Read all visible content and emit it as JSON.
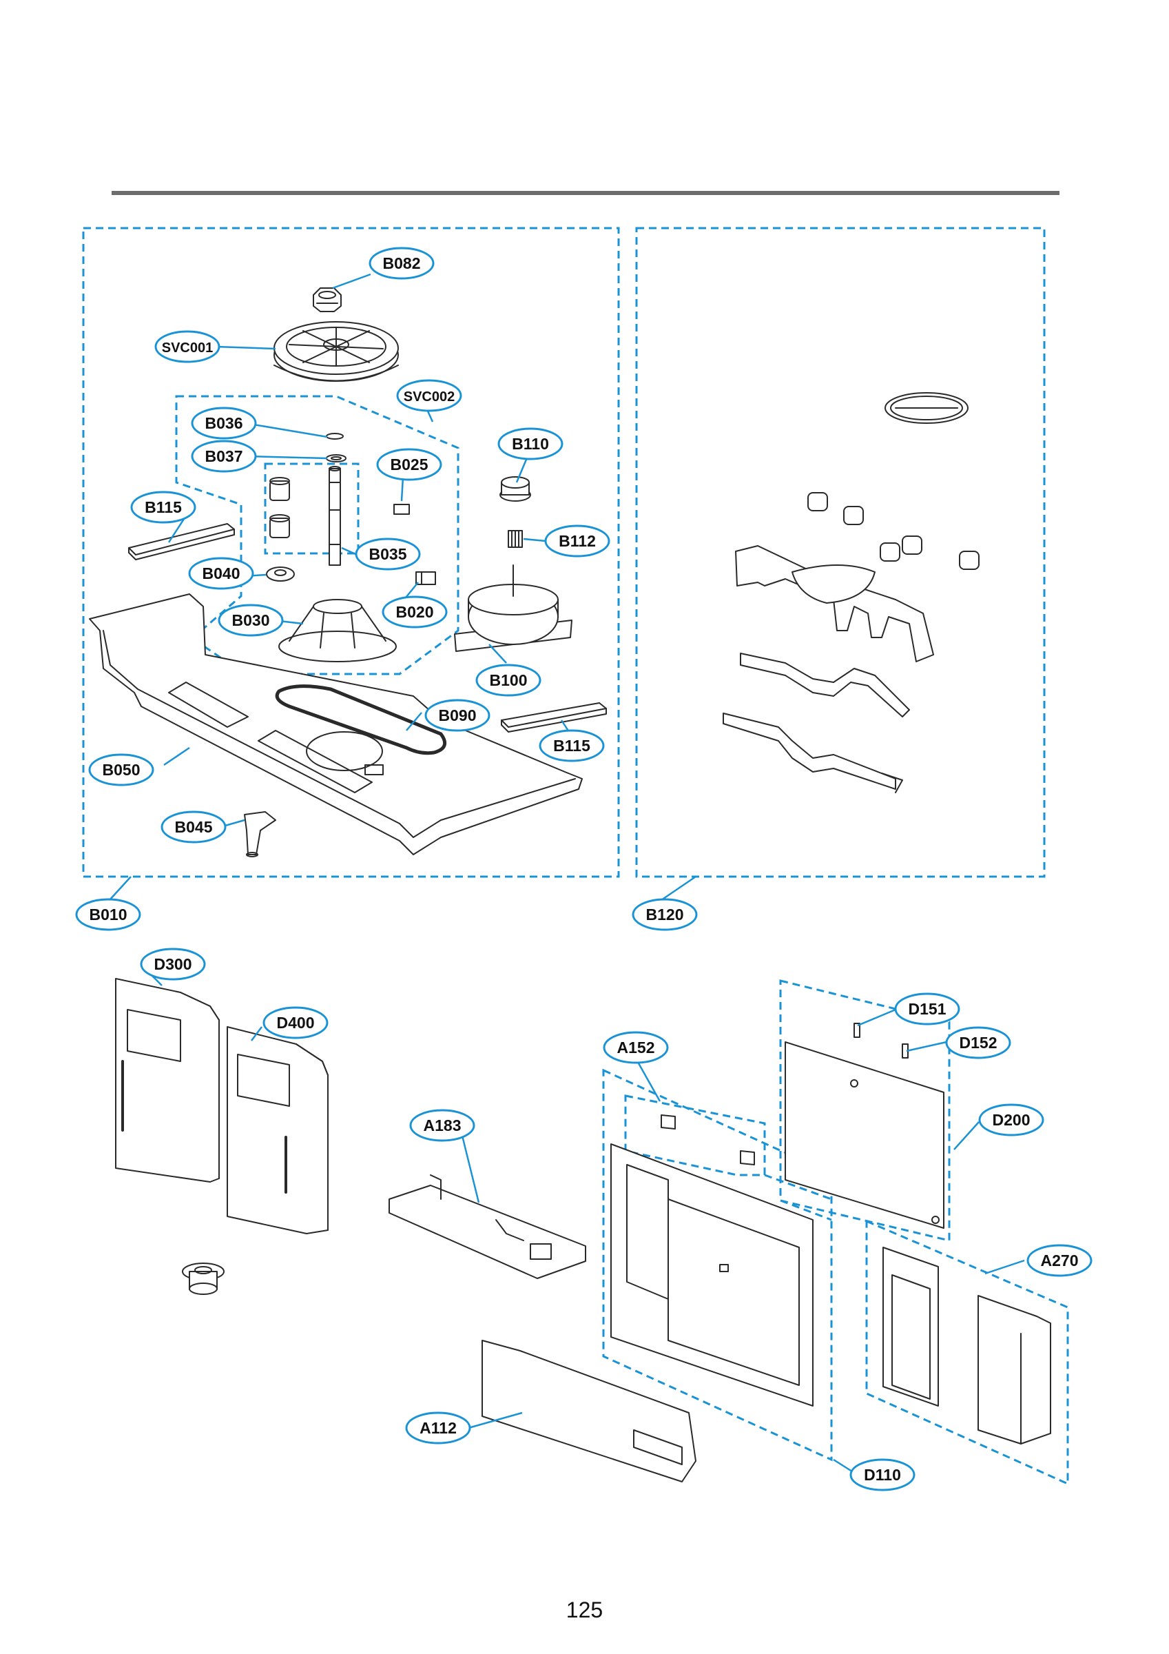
{
  "page_number": "125",
  "colors": {
    "callout": "#1a93d6",
    "rule": "#6d6d6d",
    "line_art": "#2a2a2a"
  },
  "callouts": {
    "B082": "B082",
    "SVC001": "SVC001",
    "SVC002": "SVC002",
    "B036": "B036",
    "B037": "B037",
    "B025": "B025",
    "B110": "B110",
    "B115_top": "B115",
    "B112": "B112",
    "B035": "B035",
    "B040": "B040",
    "B020": "B020",
    "B030": "B030",
    "B100": "B100",
    "B090": "B090",
    "B115_bottom": "B115",
    "B050": "B050",
    "B045": "B045",
    "B010": "B010",
    "B120": "B120",
    "D300": "D300",
    "D400": "D400",
    "D151": "D151",
    "D152": "D152",
    "A152": "A152",
    "A183": "A183",
    "D200": "D200",
    "A270": "A270",
    "A112": "A112",
    "D110": "D110"
  }
}
